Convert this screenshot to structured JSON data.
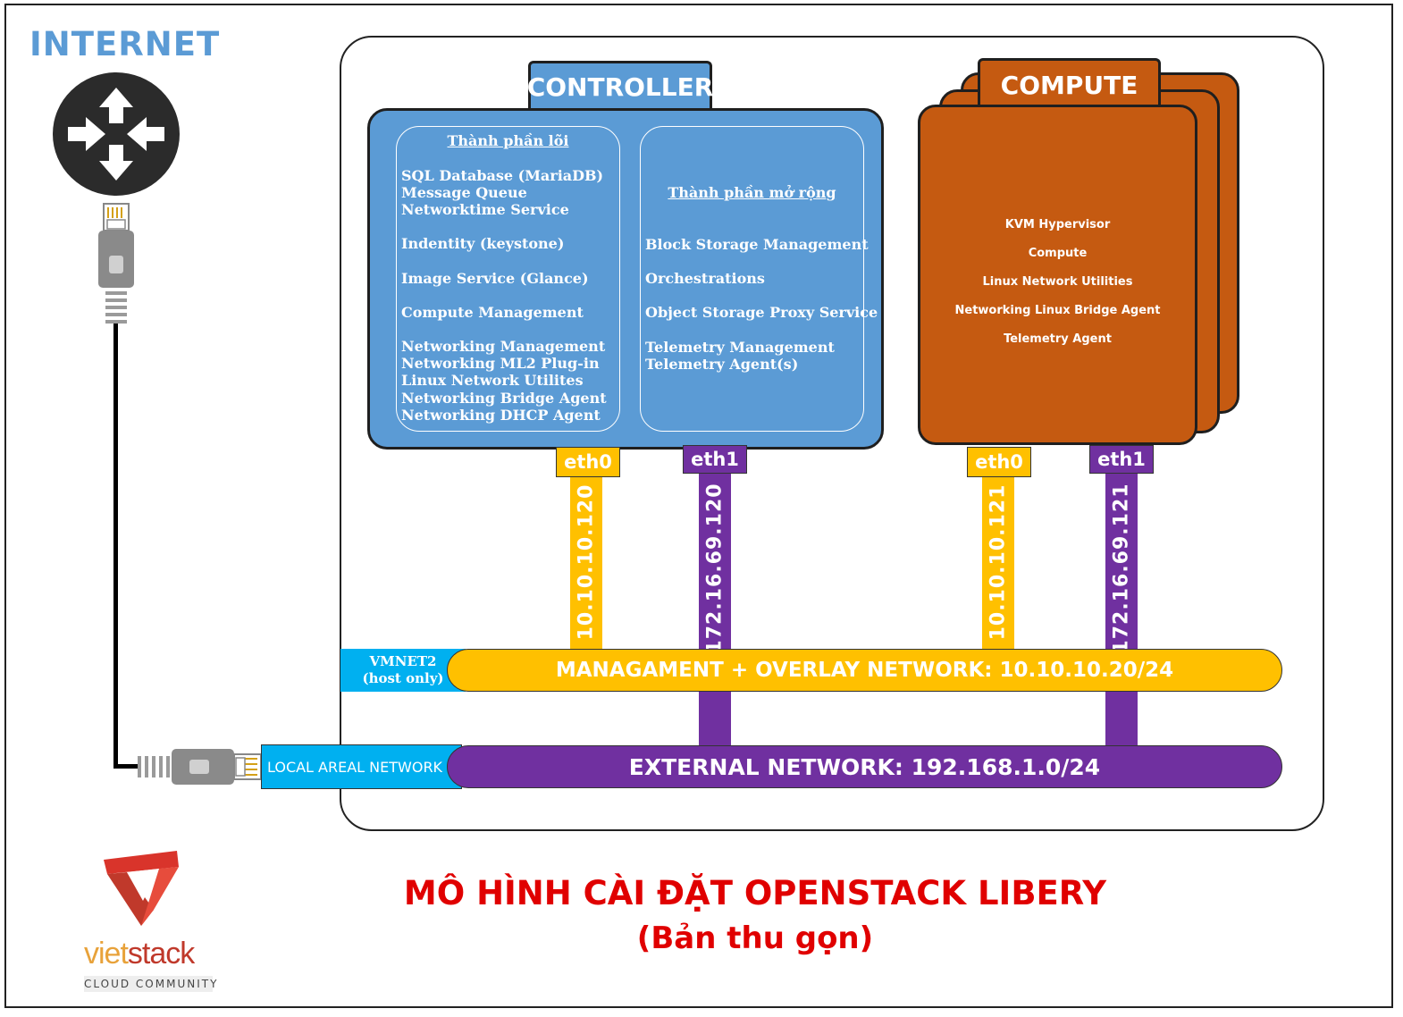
{
  "internet": {
    "title": "INTERNET"
  },
  "controller": {
    "tab_label": "CONTROLLER",
    "core_title": "Thành phần lõi",
    "core_items": [
      "SQL Database (MariaDB)",
      "Message Queue",
      "Networktime Service",
      "Indentity (keystone)",
      "Image Service (Glance)",
      "Compute Management",
      "Networking Management",
      "Networking ML2 Plug-in",
      "Linux Network Utilites",
      "Networking Bridge Agent",
      "Networking DHCP Agent"
    ],
    "ext_title": "Thành phần mở rộng",
    "ext_items": [
      "Block Storage Management",
      "Orchestrations",
      "Object Storage Proxy Service",
      "Telemetry Management",
      "Telemetry Agent(s)"
    ],
    "eth0_label": "eth0",
    "eth0_ip": "10.10.10.120",
    "eth1_label": "eth1",
    "eth1_ip": "172.16.69.120"
  },
  "compute": {
    "tab_label": "COMPUTE",
    "items": [
      "KVM Hypervisor",
      "Compute",
      "Linux Network Utilities",
      "Networking Linux Bridge Agent",
      "Telemetry Agent"
    ],
    "eth0_label": "eth0",
    "eth0_ip": "10.10.10.121",
    "eth1_label": "eth1",
    "eth1_ip": "172.16.69.121"
  },
  "networks": {
    "vmnet_line1": "VMNET2",
    "vmnet_line2": "(host only)",
    "management": "MANAGAMENT + OVERLAY NETWORK: 10.10.10.20/24",
    "lan": "LOCAL AREAL NETWORK",
    "external": "EXTERNAL NETWORK: 192.168.1.0/24"
  },
  "title": {
    "main": "MÔ HÌNH CÀI ĐẶT OPENSTACK LIBERY",
    "sub": "(Bản thu gọn)"
  },
  "logo": {
    "word_part1": "viet",
    "word_part2": "stack",
    "subtitle": "CLOUD COMMUNITY"
  },
  "colors": {
    "controller": "#5b9bd5",
    "compute": "#c55a11",
    "management": "#ffc000",
    "external": "#7030a0",
    "host_network": "#00b0f0",
    "title": "#e00000"
  }
}
